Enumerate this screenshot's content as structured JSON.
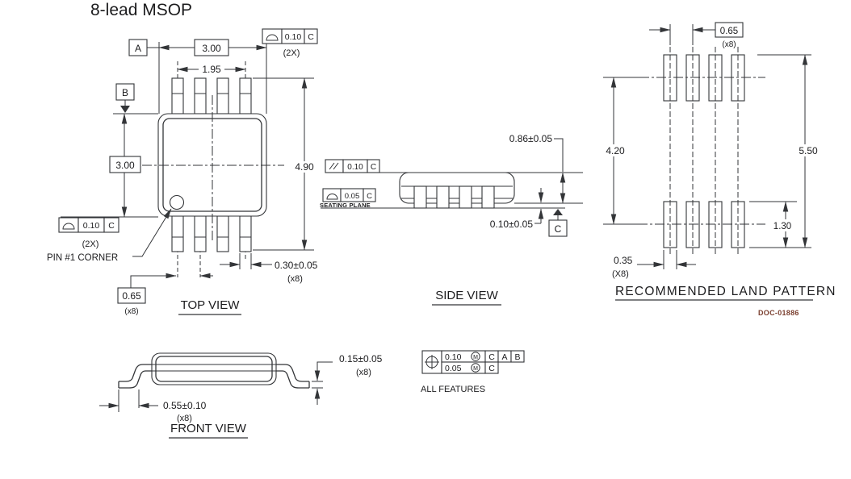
{
  "title": "8-lead MSOP",
  "doc_number": "DOC-01886",
  "top_view": {
    "label": "TOP VIEW",
    "datum_a": "A",
    "datum_b": "B",
    "dim_body_width": "3.00",
    "dim_pin_span": "1.95",
    "dim_body_height": "3.00",
    "dim_lead_span": "4.90",
    "dim_lead_width": "0.30±0.05",
    "dim_lead_width_qty": "(x8)",
    "dim_pitch": "0.65",
    "dim_pitch_qty": "(x8)",
    "flatness_top": {
      "tol": "0.10",
      "datum": "C",
      "qty": "(2X)"
    },
    "flatness_left": {
      "tol": "0.10",
      "datum": "C",
      "qty": "(2X)"
    },
    "pin1_label": "PIN #1 CORNER"
  },
  "side_view": {
    "label": "SIDE VIEW",
    "dim_height": "0.86±0.05",
    "dim_standoff": "0.10±0.05",
    "datum_c": "C",
    "parallelism": {
      "tol": "0.10",
      "datum": "C"
    },
    "flatness": {
      "tol": "0.05",
      "datum": "C"
    },
    "seating_plane_label": "SEATING PLANE"
  },
  "front_view": {
    "label": "FRONT VIEW",
    "dim_lead_thickness": "0.15±0.05",
    "dim_lead_thickness_qty": "(x8)",
    "dim_foot_length": "0.55±0.10",
    "dim_foot_length_qty": "(x8)"
  },
  "position_frame": {
    "label": "ALL FEATURES",
    "row1": {
      "tol": "0.10",
      "modifier": "M",
      "datum1": "C",
      "datum2": "A",
      "datum3": "B"
    },
    "row2": {
      "tol": "0.05",
      "modifier": "M",
      "datum1": "C"
    }
  },
  "land_pattern": {
    "label": "RECOMMENDED LAND PATTERN",
    "dim_pitch": "0.65",
    "dim_pitch_qty": "(x8)",
    "dim_row_spacing": "4.20",
    "dim_overall": "5.50",
    "dim_pad_length": "1.30",
    "dim_pad_width": "0.35",
    "dim_pad_width_qty": "(X8)"
  }
}
